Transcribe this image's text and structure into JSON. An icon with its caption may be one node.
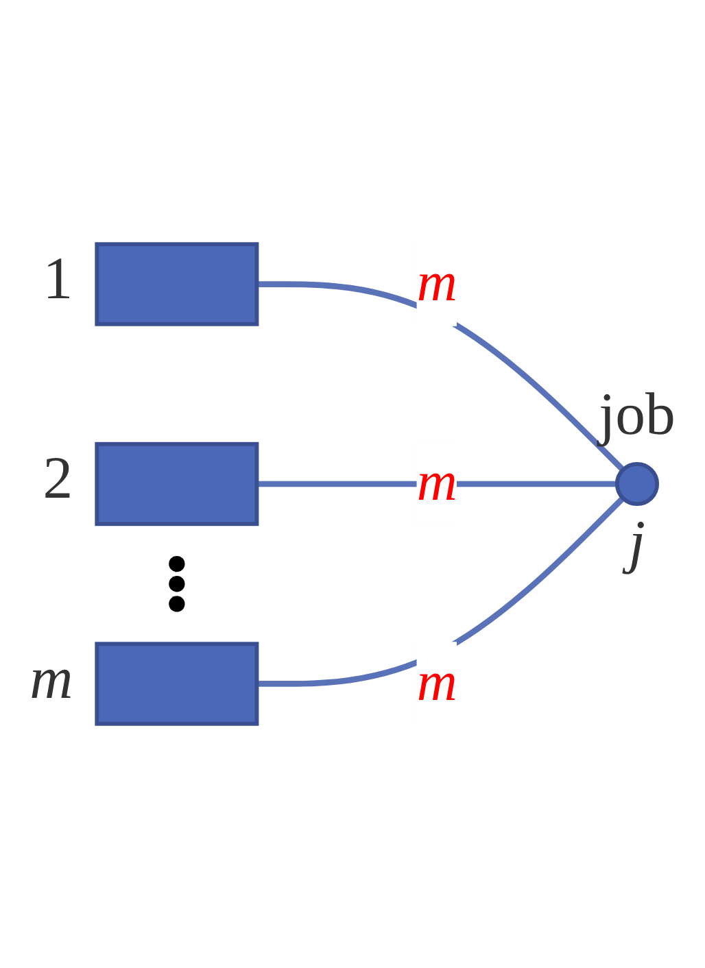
{
  "diagram": {
    "nodes": [
      {
        "text": [],
        "shape": "box",
        "beside": [
          "1"
        ]
      },
      {
        "text": [],
        "shape": "box",
        "beside": [
          "2"
        ]
      },
      {
        "text": [],
        "shape": "box",
        "beside": [
          "m"
        ]
      },
      {
        "text": [],
        "shape": "circle",
        "beside": [
          "job",
          "j"
        ]
      }
    ],
    "edges": [
      {
        "from": 0,
        "to": 3,
        "arrow": "none",
        "label": "m"
      },
      {
        "from": 1,
        "to": 3,
        "arrow": "none",
        "label": "m"
      },
      {
        "from": 2,
        "to": 3,
        "arrow": "none",
        "label": "m"
      }
    ]
  }
}
